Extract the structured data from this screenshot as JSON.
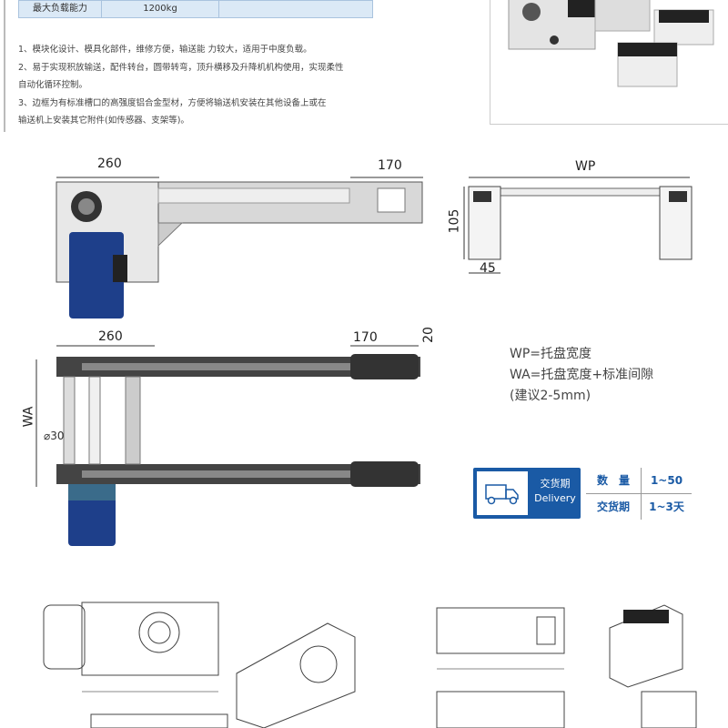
{
  "spec_table": {
    "label": "最大负载能力",
    "value": "1200kg"
  },
  "notes": [
    "1、模块化设计、模具化部件，维修方便，输送能 力较大，适用于中度负载。",
    "2、易于实现积放输送，配件转台，圆带转弯，顶升横移及升降机机构使用，实现柔性",
    "自动化循环控制。",
    "3、边框为有标准槽口的高强度铝合金型材，方便将输送机安装在其他设备上或在",
    "输送机上安装其它附件(如传感器、支架等)。"
  ],
  "drawing_side": {
    "dim_left": "260",
    "dim_right": "170"
  },
  "drawing_section": {
    "width": "WP",
    "height": "105",
    "base": "45"
  },
  "drawing_top": {
    "dim_left": "260",
    "dim_right": "170",
    "dim_small": "20",
    "wa": "WA",
    "diameter": "⌀30"
  },
  "legend": [
    "WP=托盘宽度",
    "WA=托盘宽度+标准间隙",
    "(建议2-5mm)"
  ],
  "delivery": {
    "title_cn": "交货期",
    "title_en": "Delivery",
    "rows": [
      {
        "label": "数　量",
        "value": "1~50"
      },
      {
        "label": "交货期",
        "value": "1~3天"
      }
    ],
    "color": "#1a5aa5",
    "icon": "truck-icon"
  }
}
